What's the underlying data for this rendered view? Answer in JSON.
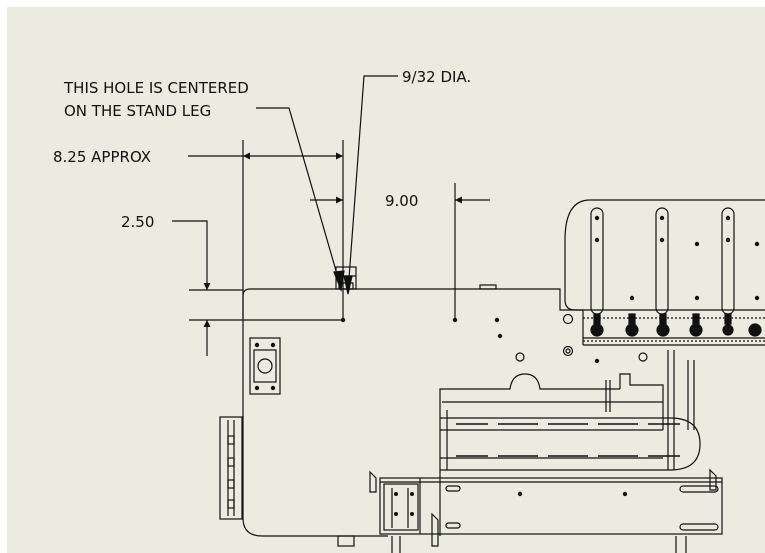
{
  "annotations": {
    "hole_note_line1": "THIS HOLE IS CENTERED",
    "hole_note_line2": "ON THE STAND LEG",
    "hole_diameter": "9/32 DIA.",
    "overall_offset": "8.25 APPROX",
    "horizontal_spacing": "9.00",
    "vertical_offset": "2.50"
  },
  "colors": {
    "background": "#ecebe0",
    "line": "#111111"
  }
}
